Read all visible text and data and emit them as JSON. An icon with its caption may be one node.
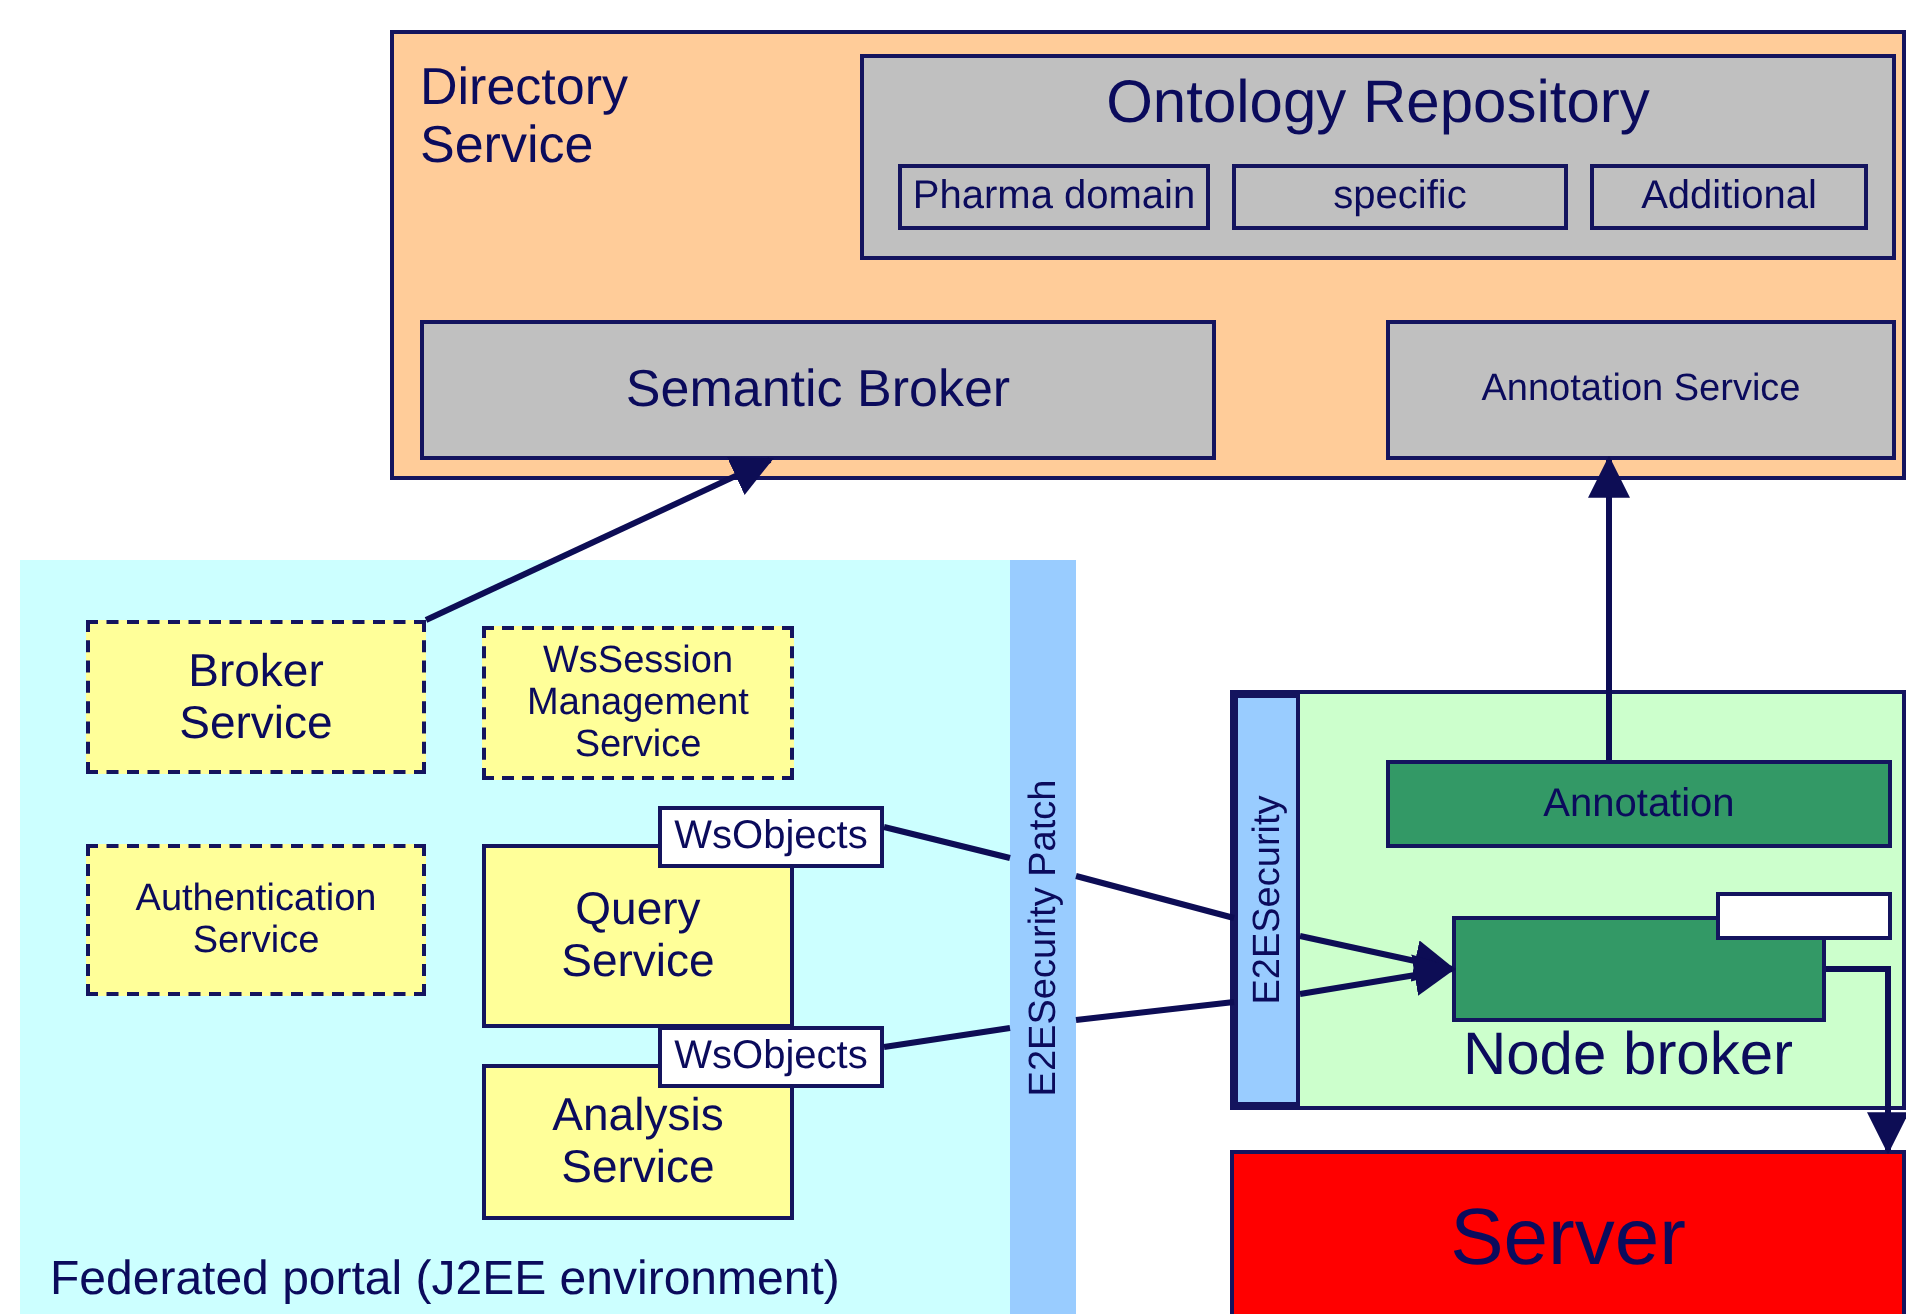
{
  "diagram": {
    "nodes": [
      {
        "text": [
          "Directory Service"
        ]
      },
      {
        "text": [
          "Ontology Repository"
        ],
        "in": 0
      },
      {
        "text": [
          "Pharma domain"
        ],
        "in": 1
      },
      {
        "text": [
          "specific"
        ],
        "in": 1
      },
      {
        "text": [
          "Additional"
        ],
        "in": 1
      },
      {
        "text": [
          "Semantic Broker"
        ],
        "in": 0
      },
      {
        "text": [
          "Annotation Service"
        ],
        "in": 0
      },
      {
        "text": [
          "Federated portal (J2EE environment)"
        ]
      },
      {
        "text": [
          "E2ESecurity Patch"
        ],
        "in": 7
      },
      {
        "text": [
          "Broker Service"
        ],
        "in": 7
      },
      {
        "text": [
          "WsSession Management Service"
        ],
        "in": 7
      },
      {
        "text": [
          "Authentication Service"
        ],
        "in": 7
      },
      {
        "text": [
          "Query Service"
        ],
        "in": 7
      },
      {
        "text": [
          "WsObjects"
        ],
        "in": 7
      },
      {
        "text": [
          "Analysis Service"
        ],
        "in": 7
      },
      {
        "text": [
          "WsObjects"
        ],
        "in": 7
      },
      {
        "text": [
          "Node broker"
        ]
      },
      {
        "text": [
          "E2ESecurity"
        ],
        "in": 16
      },
      {
        "text": [
          "Annotation"
        ],
        "in": 16
      },
      {
        "text": [],
        "shape": "box",
        "in": 16
      },
      {
        "text": [],
        "shape": "box",
        "in": 16
      },
      {
        "text": [
          "Server"
        ]
      }
    ],
    "edges": [
      {
        "from": 9,
        "to": 5,
        "arrow": "to"
      },
      {
        "from": 13,
        "to": 8,
        "arrow": "none"
      },
      {
        "from": 8,
        "to": 17,
        "arrow": "none"
      },
      {
        "from": 17,
        "to": 19,
        "arrow": "to"
      },
      {
        "from": 15,
        "to": 8,
        "arrow": "none"
      },
      {
        "from": 8,
        "to": 17,
        "arrow": "none"
      },
      {
        "from": 17,
        "to": 19,
        "arrow": "to"
      },
      {
        "from": 18,
        "to": 6,
        "arrow": "to"
      },
      {
        "from": 19,
        "to": 21,
        "arrow": "to"
      }
    ]
  }
}
